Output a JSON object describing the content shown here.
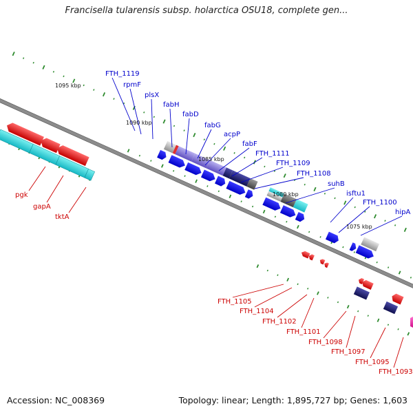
{
  "title": "Francisella tularensis subsp. holarctica OSU18, complete gen...",
  "footer": {
    "accession": "Accession: NC_008369",
    "summary": "Topology: linear; Length: 1,895,727 bp; Genes: 1,603"
  },
  "colors": {
    "forward_label": "#0000cc",
    "reverse_label": "#cc0000",
    "backbone": "#8c8c8c",
    "tick": "#2e8b2e"
  },
  "scale_labels": [
    "1095 kbp",
    "1090 kbp",
    "1085 kbp",
    "1080 kbp",
    "1075 kbp"
  ],
  "top_labels": [
    "FTH_1119",
    "rpmF",
    "plsX",
    "fabH",
    "fabD",
    "fabG",
    "acpP",
    "fabF",
    "FTH_1111",
    "FTH_1109",
    "FTH_1108",
    "suhB",
    "isftu1",
    "FTH_1100",
    "hipA"
  ],
  "left_labels": [
    "pgk",
    "gapA",
    "tktA"
  ],
  "bottom_labels": [
    "FTH_1105",
    "FTH_1104",
    "FTH_1102",
    "FTH_1101",
    "FTH_1098",
    "FTH_1097",
    "FTH_1095",
    "FTH_1093"
  ]
}
